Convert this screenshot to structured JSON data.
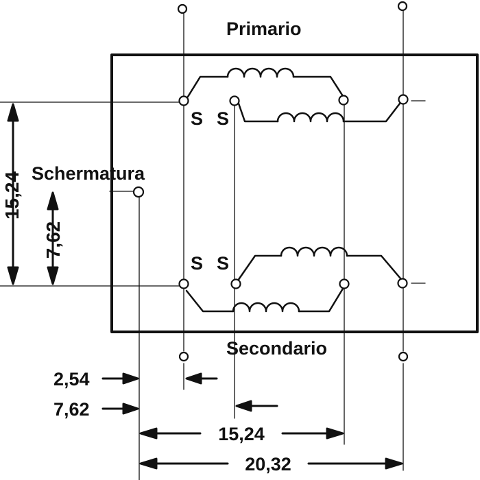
{
  "labels": {
    "primary": "Primario",
    "secondary": "Secondario",
    "shield": "Schermatura",
    "start_marks": [
      "S",
      "S",
      "S",
      "S"
    ]
  },
  "dimensions": {
    "vertical_outer": "15,24",
    "vertical_inner": "7,62",
    "horizontal_2_54": "2,54",
    "horizontal_7_62": "7,62",
    "horizontal_15_24": "15,24",
    "horizontal_20_32": "20,32"
  },
  "colors": {
    "ink": "#111111",
    "paper": "#ffffff"
  }
}
